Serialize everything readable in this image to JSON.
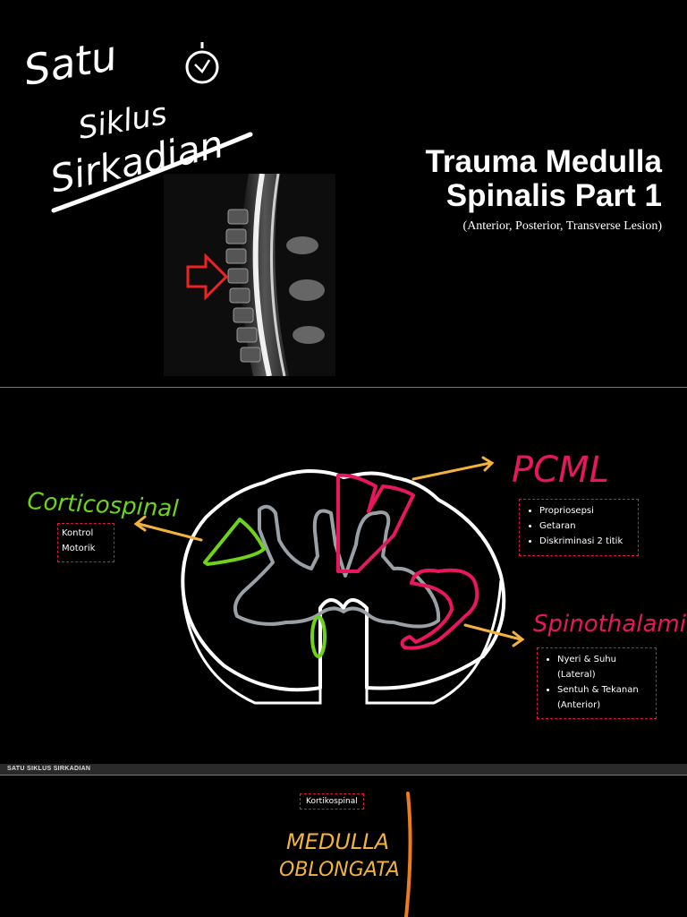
{
  "logo": {
    "line1": "Satu",
    "line2": "Siklus",
    "line3": "Sirkadian"
  },
  "title": {
    "line1": "Trauma Medulla",
    "line2": "Spinalis Part 1",
    "subtitle": "(Anterior, Posterior, Transverse Lesion)"
  },
  "diagram": {
    "corticospinal": {
      "label": "Corticospinal",
      "box": [
        "Kontrol",
        "Motorik"
      ]
    },
    "pcml": {
      "label": "PCML",
      "items": [
        "Propriosepsi",
        "Getaran",
        "Diskriminasi 2 titik"
      ]
    },
    "spinothalamic": {
      "label": "Spinothalamic",
      "items": [
        "Nyeri & Suhu (Lateral)",
        "Sentuh & Tekanan (Anterior)"
      ]
    }
  },
  "footer": {
    "brand": "SATU SIKLUS SIRKADIAN"
  },
  "slide3": {
    "tag": "Kortikospinal",
    "label1": "MEDULLA",
    "label2": "OBLONGATA"
  },
  "colors": {
    "green": "#6ed41b",
    "pink": "#e8175d",
    "orange": "#f2b33d",
    "gray": "#9aa1a6",
    "bg": "#000000"
  }
}
